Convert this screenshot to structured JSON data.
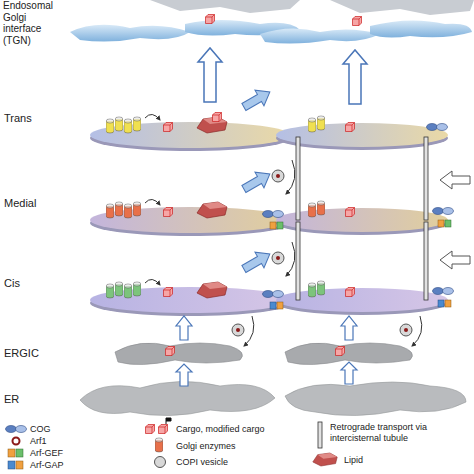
{
  "diagram": {
    "labels": [
      "Endosomal Golgi interface (TGN)",
      "Trans",
      "Medial",
      "Cis",
      "ERGIC",
      "ER"
    ],
    "legend": [
      {
        "text": "COG"
      },
      {
        "text": "Arf1"
      },
      {
        "text": "Arf-GEF"
      },
      {
        "text": "Arf-GAP"
      },
      {
        "text": "Cargo, modified cargo"
      },
      {
        "text": "Golgi enzymes"
      },
      {
        "text": "COPI vesicle"
      },
      {
        "text": "Retrograde transport via intercisternal tubule"
      },
      {
        "text": "Lipid"
      }
    ]
  }
}
